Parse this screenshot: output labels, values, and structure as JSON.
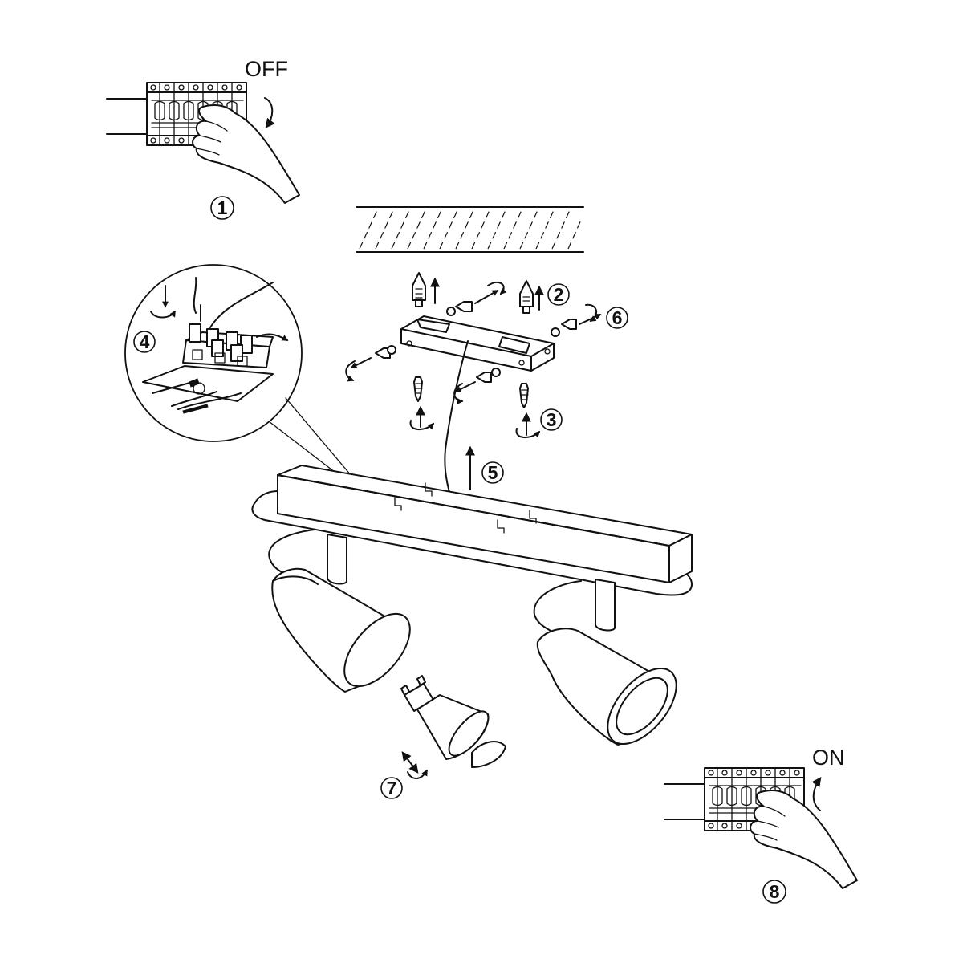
{
  "labels": {
    "off": "OFF",
    "on": "ON"
  },
  "steps": [
    "1",
    "2",
    "3",
    "4",
    "5",
    "6",
    "7",
    "8"
  ],
  "colors": {
    "ink": "#111111",
    "paper": "#ffffff"
  }
}
